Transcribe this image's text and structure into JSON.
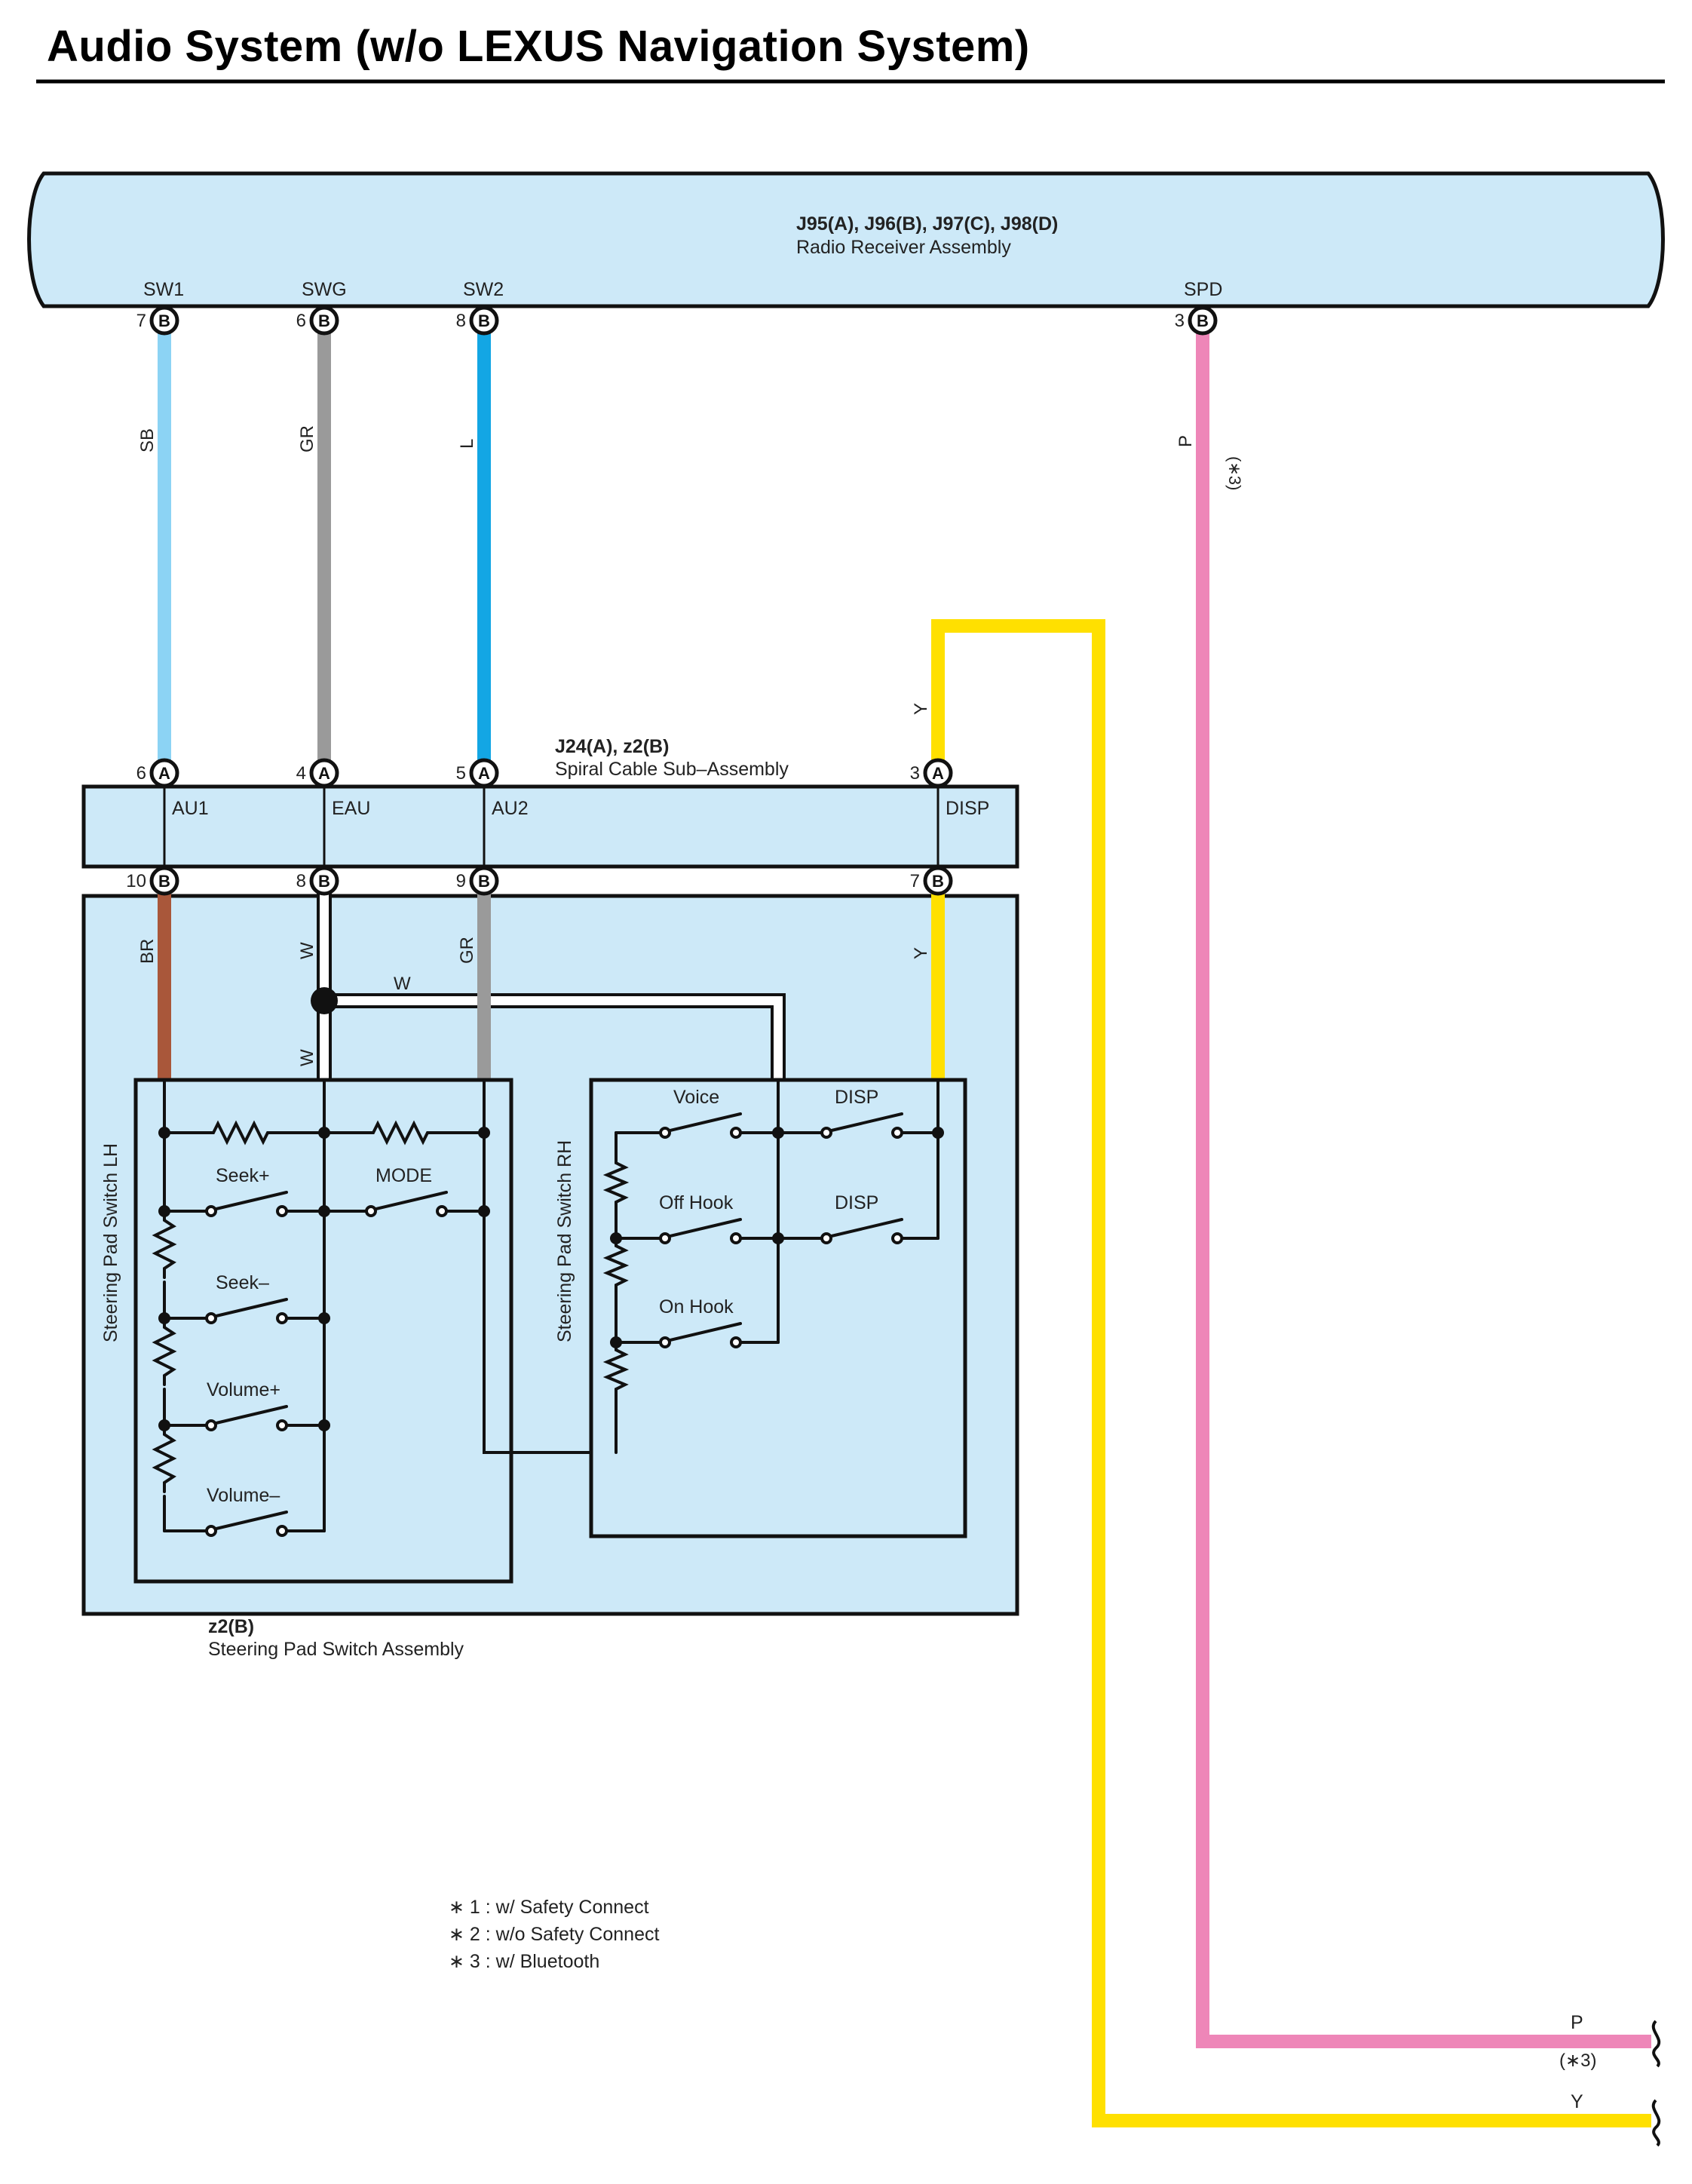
{
  "title": "Audio System (w/o LEXUS Navigation System)",
  "colors": {
    "panel_fill": "#cde9f8",
    "wire_SB": "#8cd3f4",
    "wire_GR": "#9a9a9a",
    "wire_L": "#13a6e4",
    "wire_P": "#ee86b8",
    "wire_Y": "#ffe000",
    "wire_BR": "#a9573a",
    "wire_W": "#ffffff"
  },
  "radio": {
    "connector": "J95(A), J96(B), J97(C), J98(D)",
    "name": "Radio Receiver Assembly",
    "pins": [
      {
        "label": "SW1",
        "num": "7",
        "conn": "B"
      },
      {
        "label": "SWG",
        "num": "6",
        "conn": "B"
      },
      {
        "label": "SW2",
        "num": "8",
        "conn": "B"
      },
      {
        "label": "SPD",
        "num": "3",
        "conn": "B"
      }
    ]
  },
  "wires_top": [
    {
      "color": "SB"
    },
    {
      "color": "GR"
    },
    {
      "color": "L"
    },
    {
      "color": "P",
      "note": "(∗3)"
    },
    {
      "color": "Y"
    }
  ],
  "spiral": {
    "connector": "J24(A), z2(B)",
    "name": "Spiral Cable Sub–Assembly",
    "top_pins": [
      {
        "num": "6",
        "conn": "A",
        "label": "AU1"
      },
      {
        "num": "4",
        "conn": "A",
        "label": "EAU"
      },
      {
        "num": "5",
        "conn": "A",
        "label": "AU2"
      },
      {
        "num": "3",
        "conn": "A",
        "label": "DISP"
      }
    ],
    "bottom_pins": [
      {
        "num": "10",
        "conn": "B"
      },
      {
        "num": "8",
        "conn": "B"
      },
      {
        "num": "9",
        "conn": "B"
      },
      {
        "num": "7",
        "conn": "B"
      }
    ]
  },
  "wires_lower": [
    {
      "color": "BR"
    },
    {
      "color": "W"
    },
    {
      "color": "GR"
    },
    {
      "color": "Y"
    },
    {
      "color": "W"
    },
    {
      "color": "W"
    }
  ],
  "steering": {
    "connector": "z2(B)",
    "name": "Steering Pad Switch Assembly",
    "lh": {
      "label": "Steering Pad Switch LH",
      "switches": [
        "Seek+",
        "MODE",
        "Seek–",
        "Volume+",
        "Volume–"
      ]
    },
    "rh": {
      "label": "Steering Pad Switch RH",
      "switches": [
        "Voice",
        "DISP",
        "Off Hook",
        "DISP",
        "On Hook"
      ]
    }
  },
  "notes": [
    "∗ 1 : w/ Safety Connect",
    "∗ 2 : w/o Safety Connect",
    "∗ 3 : w/ Bluetooth"
  ],
  "exits": [
    {
      "color": "P",
      "note": "(∗3)"
    },
    {
      "color": "Y"
    }
  ]
}
